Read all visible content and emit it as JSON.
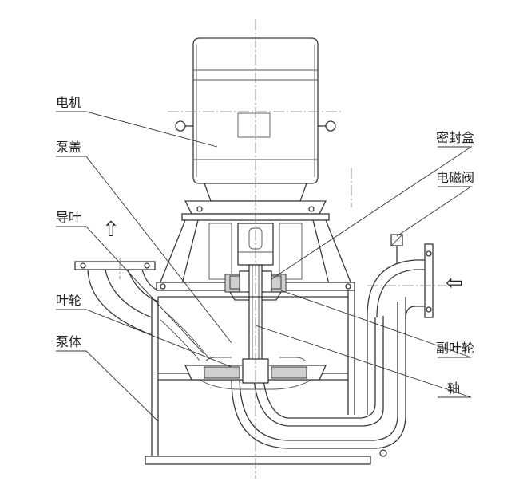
{
  "labels": {
    "motor": "电机",
    "pump_cover": "泵盖",
    "guide_vane": "导叶",
    "impeller": "叶轮",
    "pump_body": "泵体",
    "seal_box": "密封盒",
    "solenoid_valve": "电磁阀",
    "aux_impeller": "副叶轮",
    "shaft": "轴"
  },
  "arrows": {
    "outlet_arrow": "⇧",
    "inlet_arrow": "⇦"
  }
}
